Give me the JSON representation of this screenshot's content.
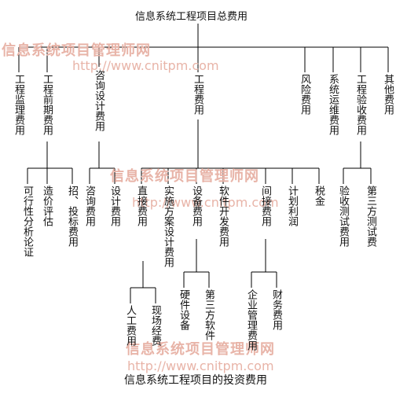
{
  "watermark": {
    "cn_text": "信息系统项目管理师网",
    "url_text": "http://www.cnitpm.com",
    "color": "#e8b4a8"
  },
  "diagram": {
    "root": "信息系统工程项目总费用",
    "caption": "信息系统工程项目的投资费用",
    "level1": {
      "supervision": "工程监理费用",
      "preliminary": "工程前期费用",
      "consulting": "咨询设计费用",
      "engineering": "工程费用",
      "risk": "风险费用",
      "operation": "系统运维费用",
      "acceptance": "工程验收费用",
      "other": "其他费用"
    },
    "preliminary_children": {
      "feasibility": "可行性分析论证",
      "cost_eval": "造价评估",
      "bidding": "招、投标费用"
    },
    "consulting_children": {
      "consult_fee": "咨询费用",
      "design_fee": "设计费用"
    },
    "engineering_children": {
      "direct": "直接费用",
      "implementation": "实施方案设计费用",
      "equipment": "设备费用",
      "software": "软件开发费用",
      "indirect": "间接费用",
      "profit": "计划利润",
      "tax": "税金"
    },
    "acceptance_children": {
      "test": "验收测试费用",
      "third_party_test": "第三方测试费"
    },
    "direct_children": {
      "labor": "人工费用",
      "site": "现场经费"
    },
    "equipment_children": {
      "hardware": "硬件设备",
      "third_party_sw": "第三方软件"
    },
    "indirect_children": {
      "enterprise_mgmt": "企业管理费用",
      "finance": "财务费用"
    }
  }
}
